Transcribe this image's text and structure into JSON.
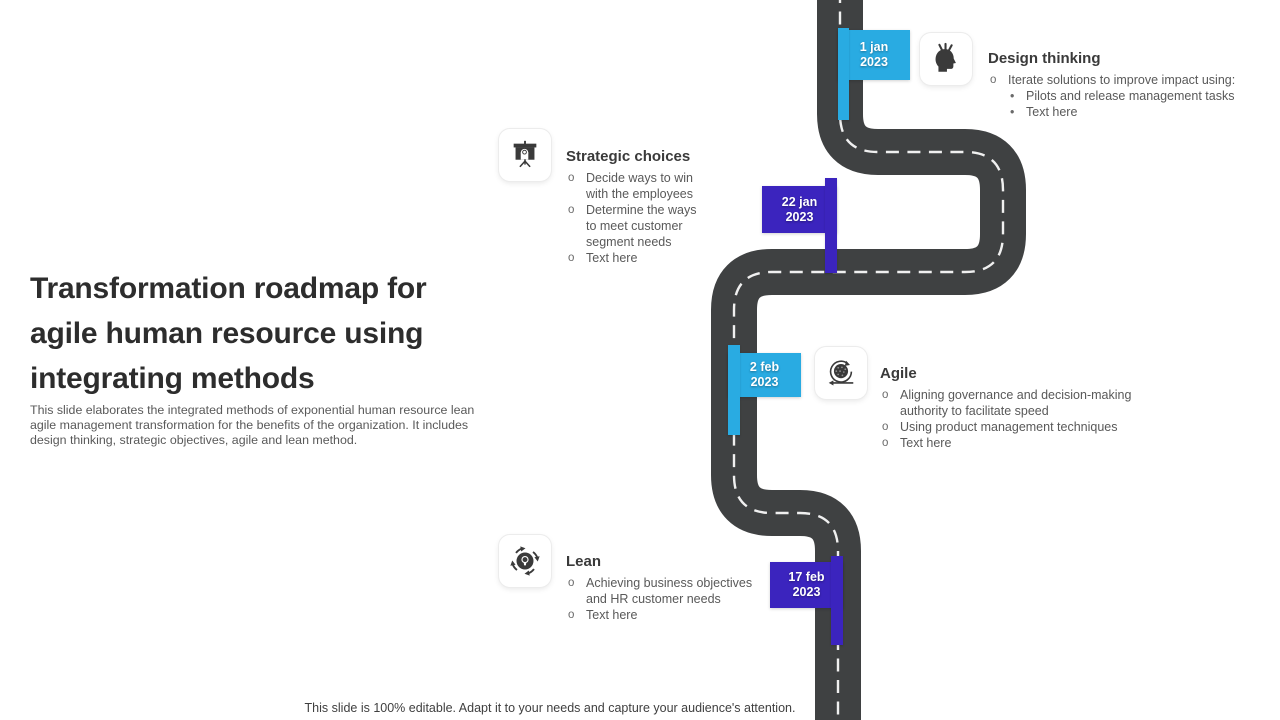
{
  "slide": {
    "title_lines": [
      "Transformation roadmap for",
      "agile human resource using",
      "integrating methods"
    ],
    "subtitle": "This slide elaborates the integrated methods of exponential human resource lean agile management transformation for the benefits of the organization. It includes design thinking, strategic objectives, agile and lean method.",
    "footer": "This slide is 100% editable. Adapt it to your needs and capture your audience's attention."
  },
  "colors": {
    "road": "#3F4142",
    "road_dash": "#FFFFFF",
    "cyan_flag": "#29ABE2",
    "purple_flag": "#3B24BE",
    "heading": "#2D2D2D",
    "body_text": "#595959"
  },
  "milestones": [
    {
      "date_line1": "1 jan",
      "date_line2": "2023",
      "flag_color": "cyan",
      "icon": "head-with-pencils-icon",
      "title": "Design thinking",
      "bullets": [
        {
          "level": 1,
          "text": "Iterate solutions to improve impact using:"
        },
        {
          "level": 2,
          "text": "Pilots and release management tasks"
        },
        {
          "level": 2,
          "text": "Text here"
        }
      ]
    },
    {
      "date_line1": "22 jan",
      "date_line2": "2023",
      "flag_color": "purple",
      "icon": "presentation-board-icon",
      "title": "Strategic choices",
      "bullets": [
        {
          "level": 1,
          "text": "Decide ways to win with the employees"
        },
        {
          "level": 1,
          "text": "Determine the ways to meet customer segment needs"
        },
        {
          "level": 1,
          "text": "Text here"
        }
      ]
    },
    {
      "date_line1": "2 feb",
      "date_line2": "2023",
      "flag_color": "cyan",
      "icon": "sprint-cycle-icon",
      "title": "Agile",
      "bullets": [
        {
          "level": 1,
          "text": "Aligning governance and decision-making authority to facilitate speed"
        },
        {
          "level": 1,
          "text": "Using product management techniques"
        },
        {
          "level": 1,
          "text": "Text here"
        }
      ]
    },
    {
      "date_line1": "17 feb",
      "date_line2": "2023",
      "flag_color": "purple",
      "icon": "lightbulb-cycle-icon",
      "title": "Lean",
      "bullets": [
        {
          "level": 1,
          "text": "Achieving business objectives and HR customer needs"
        },
        {
          "level": 1,
          "text": "Text here"
        }
      ]
    }
  ]
}
